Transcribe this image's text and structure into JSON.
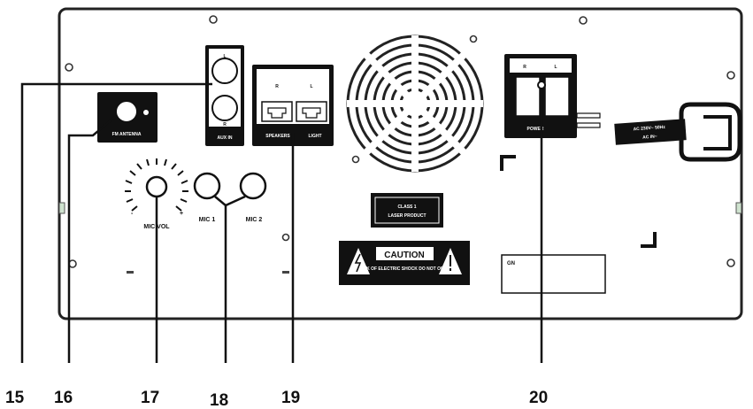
{
  "panel": {
    "fm_antenna": "FM ANTENNA",
    "aux_in": "AUX IN",
    "aux_l": "L",
    "aux_r": "R",
    "speaker_r": "R",
    "speaker_l": "L",
    "speakers": "SPEAKERS",
    "light": "LIGHT",
    "mic_vol": "MIC VOL",
    "mic1": "MIC 1",
    "mic2": "MIC 2",
    "power_r": "R",
    "power_l": "L",
    "power": "POWER",
    "laser_line1": "CLASS 1",
    "laser_line2": "LASER PRODUCT",
    "caution": "CAUTION",
    "caution_sub": "RISK OF ELECTRIC SHOCK DO NOT OPEN",
    "ac_rating": "AC 230V~ 50Hz",
    "ac_in": "AC IN~",
    "label_plate": "GN"
  },
  "callouts": [
    "15",
    "16",
    "17",
    "18",
    "19",
    "20"
  ]
}
